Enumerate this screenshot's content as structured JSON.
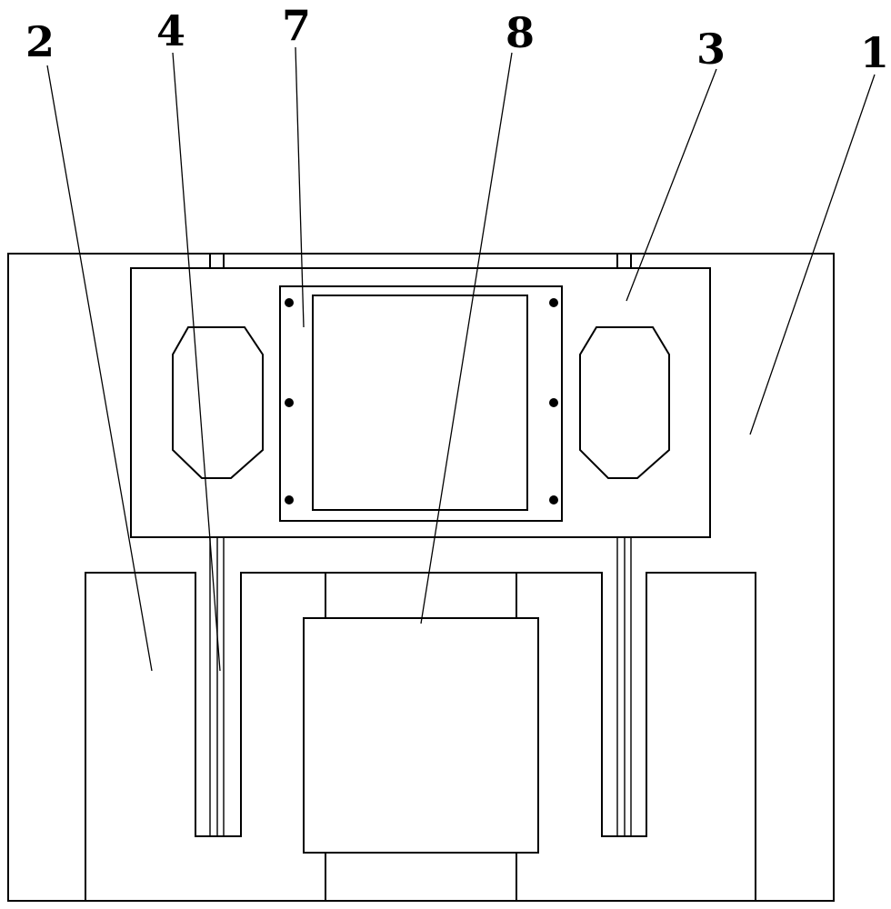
{
  "labels": {
    "part_1": "1",
    "part_2": "2",
    "part_3": "3",
    "part_4": "4",
    "part_7": "7",
    "part_8": "8"
  },
  "colors": {
    "line": "#000000",
    "background": "#ffffff"
  }
}
